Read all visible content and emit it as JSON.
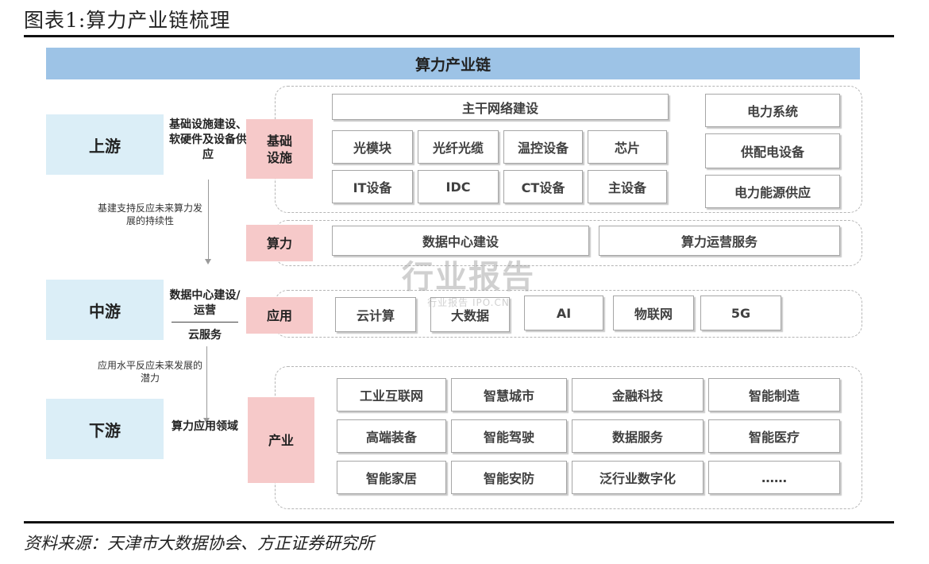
{
  "figure_title": "图表1:算力产业链梳理",
  "banner": "算力产业链",
  "stages": {
    "upstream": {
      "label": "上游",
      "desc": "基础设施建设、软硬件及设备供应"
    },
    "midstream": {
      "label": "中游",
      "desc_top": "数据中心建设/运营",
      "desc_bottom": "云服务"
    },
    "downstream": {
      "label": "下游",
      "desc": "算力应用领域"
    }
  },
  "arrow_notes": {
    "up_to_mid": "基建支持反应未来算力发展的持续性",
    "mid_to_down": "应用水平反应未来发展的潜力"
  },
  "categories": {
    "infra": "基础设施",
    "compute": "算力",
    "application": "应用",
    "industry": "产业"
  },
  "infra": {
    "backbone": "主干网络建设",
    "row1": [
      "光模块",
      "光纤光缆",
      "温控设备",
      "芯片"
    ],
    "row2": [
      "IT设备",
      "IDC",
      "CT设备",
      "主设备"
    ],
    "power": [
      "电力系统",
      "供配电设备",
      "电力能源供应"
    ]
  },
  "compute": [
    "数据中心建设",
    "算力运营服务"
  ],
  "application": [
    "云计算",
    "大数据",
    "AI",
    "物联网",
    "5G"
  ],
  "industry": [
    [
      "工业互联网",
      "智慧城市",
      "金融科技",
      "智能制造"
    ],
    [
      "高端装备",
      "智能驾驶",
      "数据服务",
      "智能医疗"
    ],
    [
      "智能家居",
      "智能安防",
      "泛行业数字化",
      "……"
    ]
  ],
  "watermark": {
    "main": "行业报告",
    "sub": "行业报告 IPO.CN"
  },
  "source": "资料来源：天津市大数据协会、方正证券研究所"
}
